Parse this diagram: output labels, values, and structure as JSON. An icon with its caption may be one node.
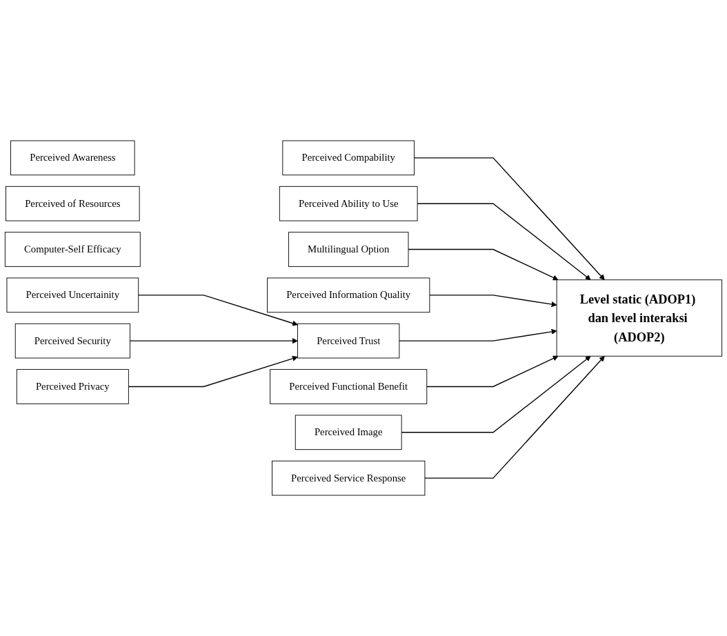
{
  "diagram": {
    "nodes": [
      {
        "text": [
          "Perceived Compability"
        ]
      },
      {
        "text": [
          "Perceived Awareness"
        ]
      },
      {
        "text": [
          "Perceived of Resources"
        ]
      },
      {
        "text": [
          "Computer-Self Efficacy"
        ]
      },
      {
        "text": [
          "Perceived Ability to Use"
        ]
      },
      {
        "text": [
          "Multilingual Option"
        ]
      },
      {
        "text": [
          "Perceived Information Quality"
        ]
      },
      {
        "text": [
          "Perceived Uncertainity"
        ]
      },
      {
        "text": [
          "Perceived Security"
        ]
      },
      {
        "text": [
          "Perceived Trust"
        ]
      },
      {
        "text": [
          "Perceived Privacy"
        ]
      },
      {
        "text": [
          "Perceived Functional Benefit"
        ]
      },
      {
        "text": [
          "Perceived Image"
        ]
      },
      {
        "text": [
          "Perceived Service Response"
        ]
      },
      {
        "text": [
          "Level static (ADOP1) dan level interaksi (ADOP2)"
        ]
      }
    ],
    "edges": [
      {
        "from": 0,
        "to": 14,
        "arrow": "to"
      },
      {
        "from": 4,
        "to": 14,
        "arrow": "to"
      },
      {
        "from": 5,
        "to": 14,
        "arrow": "to"
      },
      {
        "from": 6,
        "to": 14,
        "arrow": "to"
      },
      {
        "from": 9,
        "to": 14,
        "arrow": "to"
      },
      {
        "from": 7,
        "to": 9,
        "arrow": "to"
      },
      {
        "from": 8,
        "to": 9,
        "arrow": "to"
      },
      {
        "from": 10,
        "to": 9,
        "arrow": "to"
      },
      {
        "from": 11,
        "to": 14,
        "arrow": "to"
      },
      {
        "from": 12,
        "to": 14,
        "arrow": "to"
      },
      {
        "from": 13,
        "to": 14,
        "arrow": "to"
      }
    ]
  }
}
